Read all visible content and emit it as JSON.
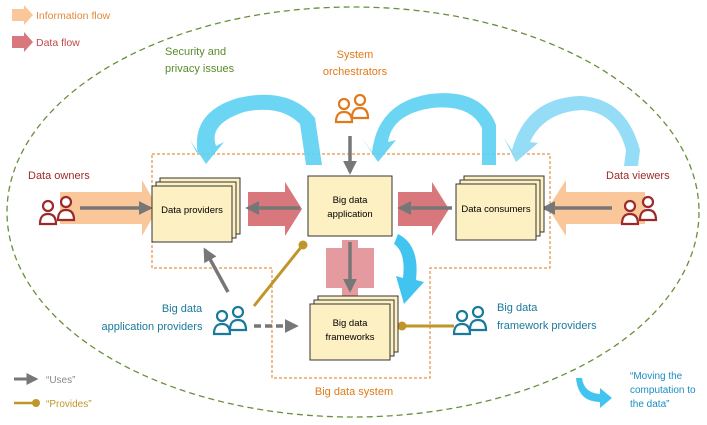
{
  "legend": {
    "information_flow": "Information flow",
    "data_flow": "Data flow",
    "uses": "“Uses”",
    "provides": "“Provides”",
    "moving_line1": "“Moving the",
    "moving_line2": "computation to",
    "moving_line3": "the data”"
  },
  "labels": {
    "security_line1": "Security and",
    "security_line2": "privacy issues",
    "orchestrators_line1": "System",
    "orchestrators_line2": "orchestrators",
    "data_owners": "Data owners",
    "data_viewers": "Data viewers",
    "app_providers_line1": "Big data",
    "app_providers_line2": "application providers",
    "framework_providers_line1": "Big data",
    "framework_providers_line2": "framework providers",
    "big_data_system": "Big data system"
  },
  "boxes": {
    "data_providers": "Data providers",
    "application_line1": "Big data",
    "application_line2": "application",
    "data_consumers": "Data consumers",
    "frameworks_line1": "Big data",
    "frameworks_line2": "frameworks"
  },
  "colors": {
    "info_flow": "#f9c79a",
    "data_flow": "#d9787c",
    "light_blue": "#41c5f0",
    "box_fill": "#fdf0c2",
    "green": "#5a8a2a",
    "orange": "#e07a1a",
    "dark_red": "#9b2b2b",
    "teal": "#1a7a9a",
    "uses_arrow": "#777777",
    "provides_line": "#c0962a"
  },
  "icons": {
    "people": "people-icon",
    "uses": "uses-arrow-icon",
    "provides": "provides-line-icon",
    "moving": "curved-arrow-icon"
  }
}
